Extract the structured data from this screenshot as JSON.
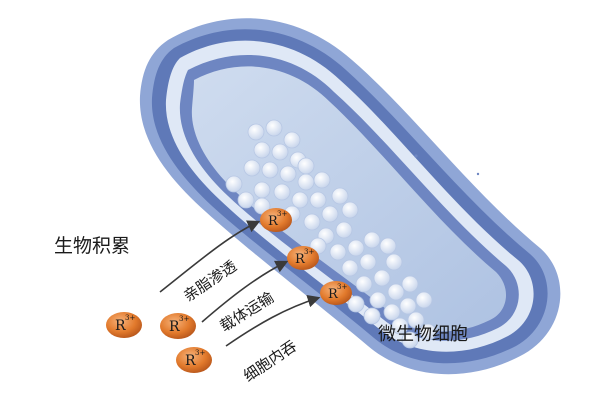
{
  "labels": {
    "bioaccumulation": "生物积累",
    "microbial_cell": "微生物细胞"
  },
  "pathways": [
    {
      "label": "亲脂渗透"
    },
    {
      "label": "载体运输"
    },
    {
      "label": "细胞内吞"
    }
  ],
  "ion": {
    "base": "R",
    "charge": "3+"
  },
  "colors": {
    "membrane_outer": "#8fa6d6",
    "membrane_dark": "#5f79b8",
    "membrane_light": "#dfe8f6",
    "cytoplasm": "#bfd0ea",
    "ion_fill": "#e27a2c",
    "ion_shade": "#b5541a",
    "arrow": "#3a3a3a",
    "granule": "#f3f6fb"
  }
}
